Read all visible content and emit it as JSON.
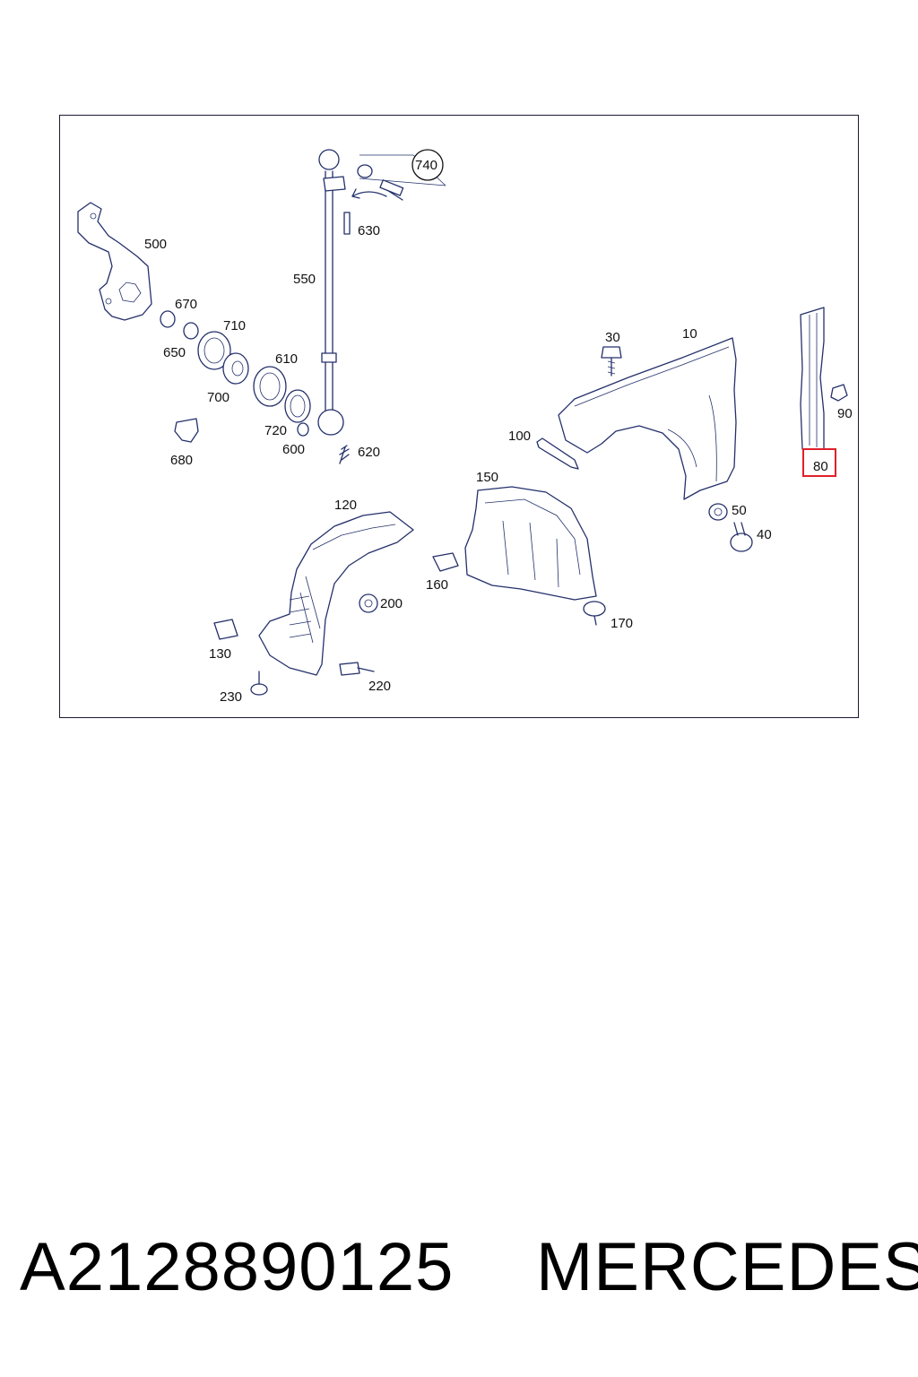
{
  "diagram": {
    "labels": [
      {
        "id": "500",
        "text": "500"
      },
      {
        "id": "740",
        "text": "740"
      },
      {
        "id": "630",
        "text": "630"
      },
      {
        "id": "550",
        "text": "550"
      },
      {
        "id": "670",
        "text": "670"
      },
      {
        "id": "710",
        "text": "710"
      },
      {
        "id": "650",
        "text": "650"
      },
      {
        "id": "610",
        "text": "610"
      },
      {
        "id": "700",
        "text": "700"
      },
      {
        "id": "720",
        "text": "720"
      },
      {
        "id": "600",
        "text": "600"
      },
      {
        "id": "620",
        "text": "620"
      },
      {
        "id": "680",
        "text": "680"
      },
      {
        "id": "30",
        "text": "30"
      },
      {
        "id": "10",
        "text": "10"
      },
      {
        "id": "90",
        "text": "90"
      },
      {
        "id": "80",
        "text": "80"
      },
      {
        "id": "100",
        "text": "100"
      },
      {
        "id": "150",
        "text": "150"
      },
      {
        "id": "50",
        "text": "50"
      },
      {
        "id": "40",
        "text": "40"
      },
      {
        "id": "120",
        "text": "120"
      },
      {
        "id": "160",
        "text": "160"
      },
      {
        "id": "200",
        "text": "200"
      },
      {
        "id": "170",
        "text": "170"
      },
      {
        "id": "130",
        "text": "130"
      },
      {
        "id": "220",
        "text": "220"
      },
      {
        "id": "230",
        "text": "230"
      }
    ],
    "highlighted_label": "80",
    "highlight_color": "#e0202a",
    "line_color": "#24306b"
  },
  "footer": {
    "part_number": "A2128890125",
    "brand": "MERCEDES"
  }
}
